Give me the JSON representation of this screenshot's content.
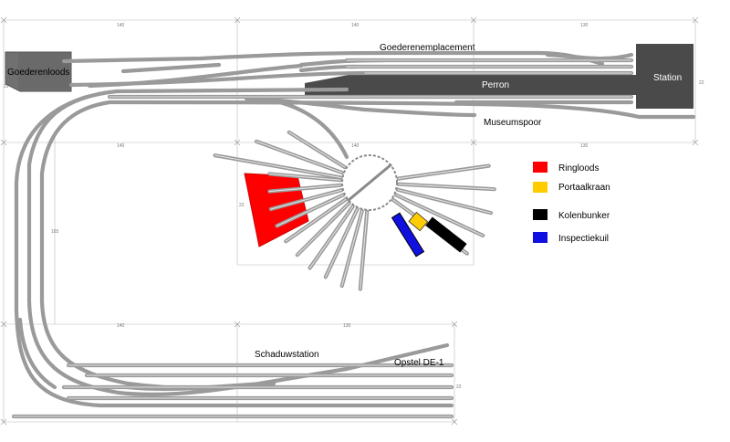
{
  "labels": {
    "goederenloods": "Goederenloods",
    "goederenemplacement": "Goederenemplacement",
    "perron": "Perron",
    "station": "Station",
    "museumspoor": "Museumspoor",
    "schaduwstation": "Schaduwstation",
    "opstel": "Opstel DE-1"
  },
  "dimensions": {
    "d140": "140",
    "d130": "130",
    "d22": "22",
    "d103": "103"
  },
  "legend": [
    {
      "label": "Ringloods",
      "color": "#ff0000",
      "icon": "ringloods-swatch"
    },
    {
      "label": "Portaalkraan",
      "color": "#ffcc00",
      "icon": "portaalkraan-swatch"
    },
    {
      "label": "Kolenbunker",
      "color": "#000000",
      "icon": "kolenbunker-swatch"
    },
    {
      "label": "Inspectiekuil",
      "color": "#1010e0",
      "icon": "inspectiekuil-swatch"
    }
  ],
  "colors": {
    "track": "#9a9a9a",
    "building": "#4a4a4a",
    "ringloods": "#ff0000",
    "portaalkraan": "#ffcc00",
    "kolenbunker": "#000000",
    "inspectiekuil": "#1010e0"
  }
}
